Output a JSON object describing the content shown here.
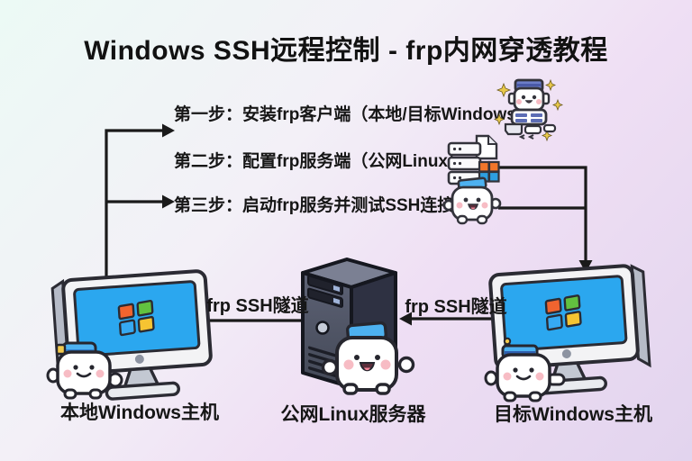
{
  "title": "Windows SSH远程控制 - frp内网穿透教程",
  "steps": [
    {
      "label": "第一步：安装frp客户端（本地/目标Windows）",
      "icon": "robot-mascot-icon"
    },
    {
      "label": "第二步：配置frp服务端（公网Linux）",
      "icon": "server-config-icon"
    },
    {
      "label": "第三步：启动frp服务并测试SSH连接",
      "icon": "mascot-face-icon"
    }
  ],
  "tunnels": {
    "left_label": "frp SSH隧道",
    "right_label": "frp SSH隧道",
    "left_direction": "server-to-local",
    "right_direction": "target-to-server"
  },
  "nodes": {
    "local": {
      "label": "本地Windows主机",
      "type": "windows-desktop"
    },
    "server": {
      "label": "公网Linux服务器",
      "type": "linux-server-tower"
    },
    "target": {
      "label": "目标Windows主机",
      "type": "windows-desktop"
    }
  },
  "colors": {
    "background_top_left": "#ecfaf5",
    "background_bottom_right": "#e2d4ee",
    "line": "#1a1a1a",
    "screen_blue": "#2ba7ef",
    "windows_orange": "#f0642f",
    "windows_green": "#62c13f",
    "windows_blue": "#36a9f2",
    "windows_yellow": "#f6c432",
    "server_front": "#565b6d",
    "server_side": "#2e3142",
    "server_top": "#7b8093",
    "mascot_cap_blue": "#4db1f0",
    "blush_pink": "#f7bcc4",
    "icon_orange": "#f2762b",
    "icon_blue": "#2e9fe0"
  }
}
